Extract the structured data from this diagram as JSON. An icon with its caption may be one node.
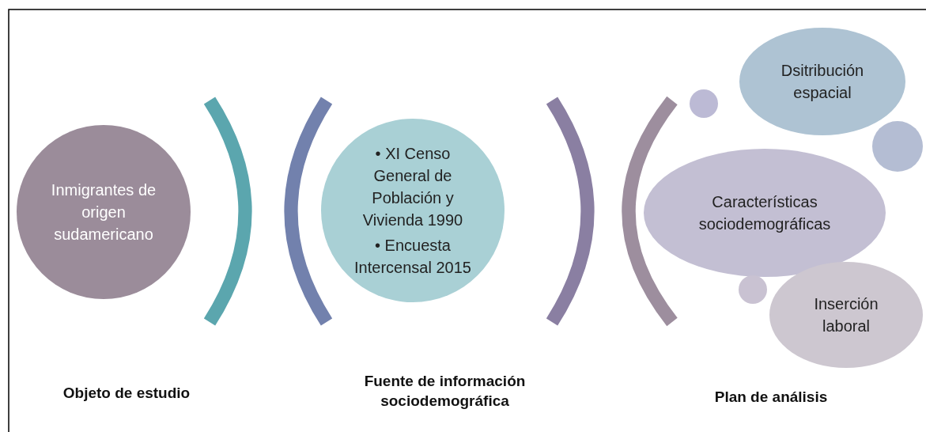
{
  "diagram": {
    "nodes": [
      {
        "text": [
          "Inmigrantes de origen sudamericano"
        ]
      },
      {
        "text": [
          "• XI Censo General de Población y Vivienda 1990",
          "• Encuesta Intercensal 2015"
        ]
      },
      {
        "text": [
          "Dsitribución espacial"
        ]
      },
      {
        "text": [],
        "shape": "circle"
      },
      {
        "text": [],
        "shape": "circle"
      },
      {
        "text": [
          "Características sociodemográficas"
        ]
      },
      {
        "text": [],
        "shape": "circle"
      },
      {
        "text": [
          "Inserción laboral"
        ]
      }
    ],
    "labels": [
      "Objeto de estudio",
      "Fuente de información sociodemográfica",
      "Plan de análisis"
    ]
  }
}
